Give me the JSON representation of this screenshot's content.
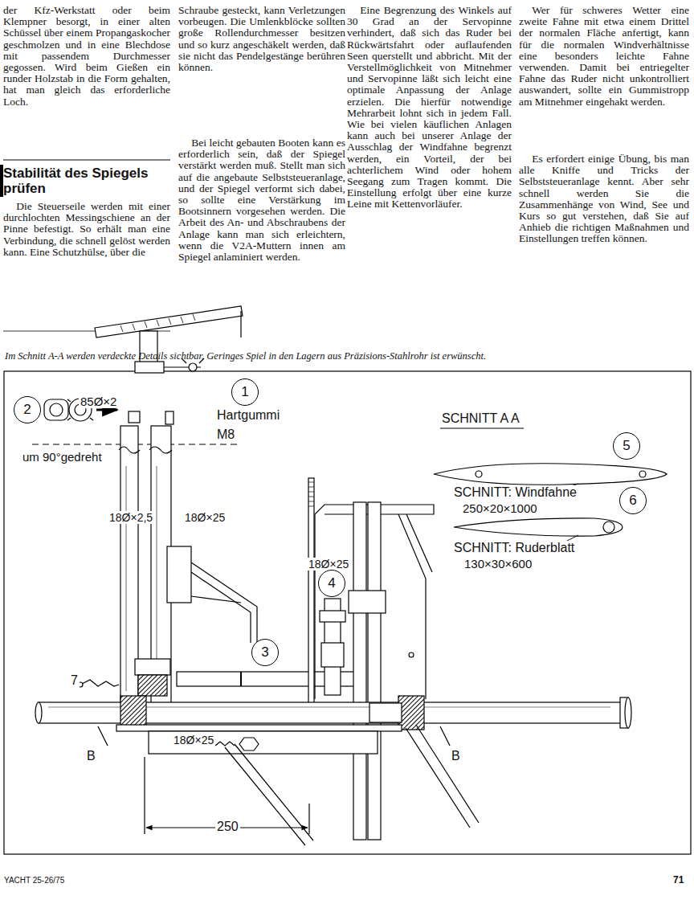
{
  "diagram": {
    "title": "Stabilität des Spiegels prüfen",
    "caption": "Im Schnitt A-A werden verdeckte Details sichtbar. Geringes Spiel in den Lagern aus Präzisions-Stahlrohr ist erwünscht.",
    "nodes": [
      {
        "text": [
          "1"
        ]
      },
      {
        "text": [
          "2"
        ]
      },
      {
        "text": [
          "3"
        ]
      },
      {
        "text": [
          "4"
        ]
      },
      {
        "text": [
          "5"
        ]
      },
      {
        "text": [
          "6"
        ]
      }
    ],
    "labels": [
      "der Kfz-Werkstatt oder beim Klempner besorgt, in einer alten Schüssel über einem Propangaskocher geschmolzen und in eine Blechdose mit passendem Durchmesser gegossen. Wird beim Gießen ein runder Holzstab in die Form gehalten, hat man gleich das erforderliche Loch.",
      "Die Steuerseile werden mit einer durchlochten Messingschiene an der Pinne befestigt. So erhält man eine Verbindung, die schnell gelöst werden kann. Eine Schutzhülse, über die",
      "Schraube gesteckt, kann Verletzungen vorbeugen. Die Umlenkblöcke sollten große Rollendurchmesser besitzen und so kurz angeschäkelt werden, daß sie nicht das Pendelgestänge berühren können.",
      "Bei leicht gebauten Booten kann es erforderlich sein, daß der Spiegel verstärkt werden muß. Stellt man sich auf die angebaute Selbststeueranlage, und der Spiegel verformt sich dabei, so sollte eine Verstärkung im Bootsinnern vorgesehen werden. Die Arbeit des An- und Abschraubens der Anlage kann man sich erleichtern, wenn die V2A-Muttern innen am Spiegel anlaminiert werden.",
      "Eine Begrenzung des Winkels auf 30 Grad an der Servopinne verhindert, daß sich das Ruder bei Rückwärtsfahrt oder auflaufenden Seen querstellt und abbricht. Mit der Verstellmöglichkeit von Mitnehmer und Servopinne läßt sich leicht eine optimale Anpassung der Anlage erzielen. Die hierfür notwendige Mehrarbeit lohnt sich in jedem Fall. Wie bei vielen käuflichen Anlagen kann auch bei unserer Anlage der Ausschlag der Windfahne begrenzt werden, ein Vorteil, der bei achterlichem Wind oder hohem Seegang zum Tragen kommt. Die Einstellung erfolgt über eine kurze Leine mit Kettenvorläufer.",
      "Wer für schweres Wetter eine zweite Fahne mit etwa einem Drittel der normalen Fläche anfertigt, kann für die normalen Windverhältnisse eine besonders leichte Fahne verwenden. Damit bei entriegelter Fahne das Ruder nicht unkontrolliert auswandert, sollte ein Gummistropp am Mitnehmer eingehakt werden.",
      "Es erfordert einige Übung, bis man alle Kniffe und Tricks der Selbststeueranlage kennt. Aber sehr schnell werden Sie die Zusammenhänge von Wind, See und Kurs so gut verstehen, daß Sie auf Anhieb die richtigen Maßnahmen und Einstellungen treffen können.",
      "Hartgummi",
      "M8",
      "85Ø×2",
      "um 90°gedreht",
      "18Ø×2,5",
      "18Ø×25",
      "18Ø×25",
      "18Ø×25",
      "7",
      "B",
      "B",
      "250",
      "SCHNITT A A",
      "SCHNITT: Windfahne",
      "250×20×1000",
      "SCHNITT: Ruderblatt",
      "130×30×600",
      "YACHT 25-26/75",
      "71"
    ]
  }
}
